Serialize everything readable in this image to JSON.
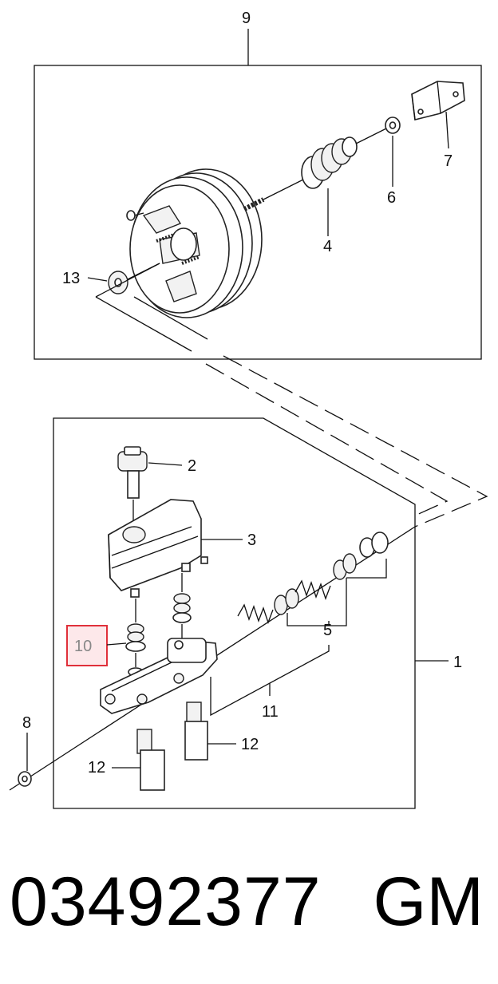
{
  "callouts": {
    "n1": "1",
    "n2": "2",
    "n3": "3",
    "n4": "4",
    "n5": "5",
    "n6": "6",
    "n7": "7",
    "n8": "8",
    "n9": "9",
    "n10": "10",
    "n11": "11",
    "n12a": "12",
    "n12b": "12",
    "n13": "13"
  },
  "highlight": {
    "label": "10",
    "color": "#e0303a",
    "fill": "#fde8ea"
  },
  "footer": {
    "part_number": "03492377",
    "brand": "GM"
  }
}
